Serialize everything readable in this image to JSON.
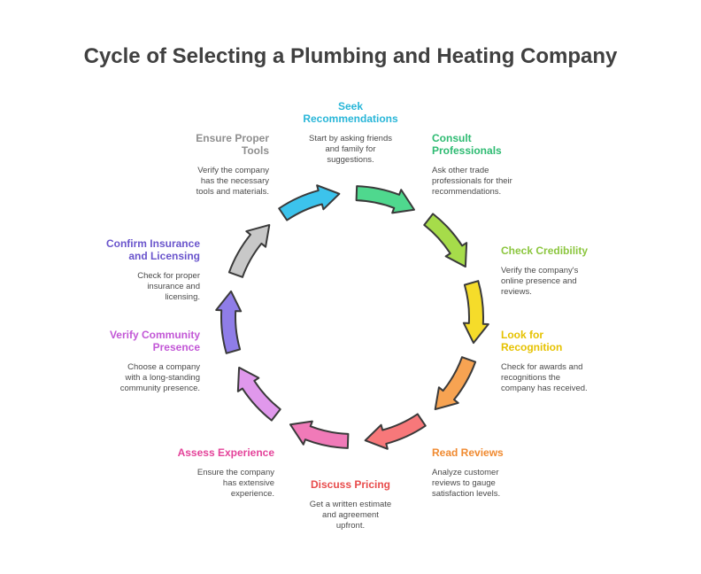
{
  "title": "Cycle of Selecting a Plumbing and Heating Company",
  "steps": [
    {
      "title_lines": [
        "Seek",
        "Recommendations"
      ],
      "desc_lines": [
        "Start by asking friends",
        "and family for",
        "suggestions."
      ],
      "color": "#29b6d8",
      "arrow_fill": "#3cc3ec"
    },
    {
      "title_lines": [
        "Consult",
        "Professionals"
      ],
      "desc_lines": [
        "Ask other trade",
        "professionals for their",
        "recommendations."
      ],
      "color": "#2ebb72",
      "arrow_fill": "#4fd88e"
    },
    {
      "title_lines": [
        "Check Credibility"
      ],
      "desc_lines": [
        "Verify the company's",
        "online presence and",
        "reviews."
      ],
      "color": "#8cc63f",
      "arrow_fill": "#a6dc4a"
    },
    {
      "title_lines": [
        "Look for",
        "Recognition"
      ],
      "desc_lines": [
        "Check for awards and",
        "recognitions the",
        "company has received."
      ],
      "color": "#e6c200",
      "arrow_fill": "#f5dc2a"
    },
    {
      "title_lines": [
        "Read Reviews"
      ],
      "desc_lines": [
        "Analyze customer",
        "reviews to gauge",
        "satisfaction levels."
      ],
      "color": "#f08a30",
      "arrow_fill": "#f7a352"
    },
    {
      "title_lines": [
        "Discuss Pricing"
      ],
      "desc_lines": [
        "Get a written estimate",
        "and agreement",
        "upfront."
      ],
      "color": "#e84c4c",
      "arrow_fill": "#f7787a"
    },
    {
      "title_lines": [
        "Assess Experience"
      ],
      "desc_lines": [
        "Ensure the company",
        "has extensive",
        "experience."
      ],
      "color": "#e4439a",
      "arrow_fill": "#f07ab8"
    },
    {
      "title_lines": [
        "Verify Community",
        "Presence"
      ],
      "desc_lines": [
        "Choose a company",
        "with a long-standing",
        "community presence."
      ],
      "color": "#c257d6",
      "arrow_fill": "#e098ec"
    },
    {
      "title_lines": [
        "Confirm Insurance",
        "and Licensing"
      ],
      "desc_lines": [
        "Check for proper",
        "insurance and",
        "licensing."
      ],
      "color": "#6a55cc",
      "arrow_fill": "#8f7de8"
    },
    {
      "title_lines": [
        "Ensure Proper",
        "Tools"
      ],
      "desc_lines": [
        "Verify the company",
        "has the necessary",
        "tools and materials."
      ],
      "color": "#8f8f8f",
      "arrow_fill": "#c8c8c8"
    }
  ]
}
